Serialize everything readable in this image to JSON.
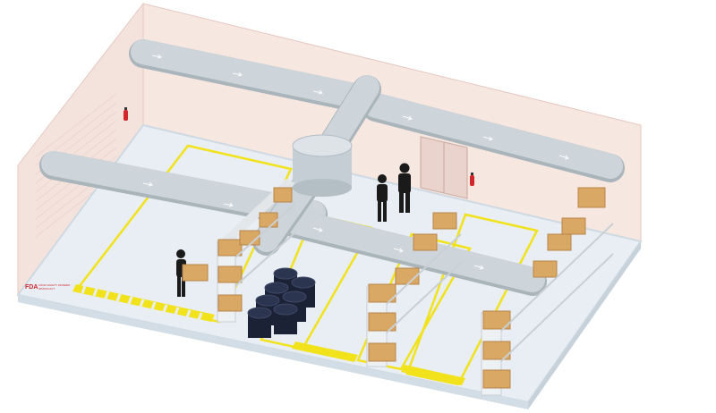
{
  "logo": {
    "mark": "FDA",
    "line1": "FOOD SAFETY MODERN",
    "line2": "IZATION ACT"
  },
  "colors": {
    "wall": "#f4e3dd",
    "wall_edge": "#e4c9c1",
    "floor": "#e8eef3",
    "floor_edge": "#cfd9e1",
    "duct": "#cdd5da",
    "duct_shade": "#a9b4bb",
    "zone_line": "#f2e21c",
    "hazard_stripe": "#f2e21c",
    "box": "#d9a865",
    "box_top": "#e9c48b",
    "box_side": "#b9854a",
    "shelf": "#e3e7ea",
    "barrel": "#1b2235",
    "person": "#1a1a1a",
    "extinguisher": "#d0262c",
    "door": "#ead3cc"
  },
  "icons": [
    "fire-extinguisher-icon",
    "airflow-arrow-icon",
    "person-icon",
    "barrel-icon",
    "box-icon"
  ]
}
